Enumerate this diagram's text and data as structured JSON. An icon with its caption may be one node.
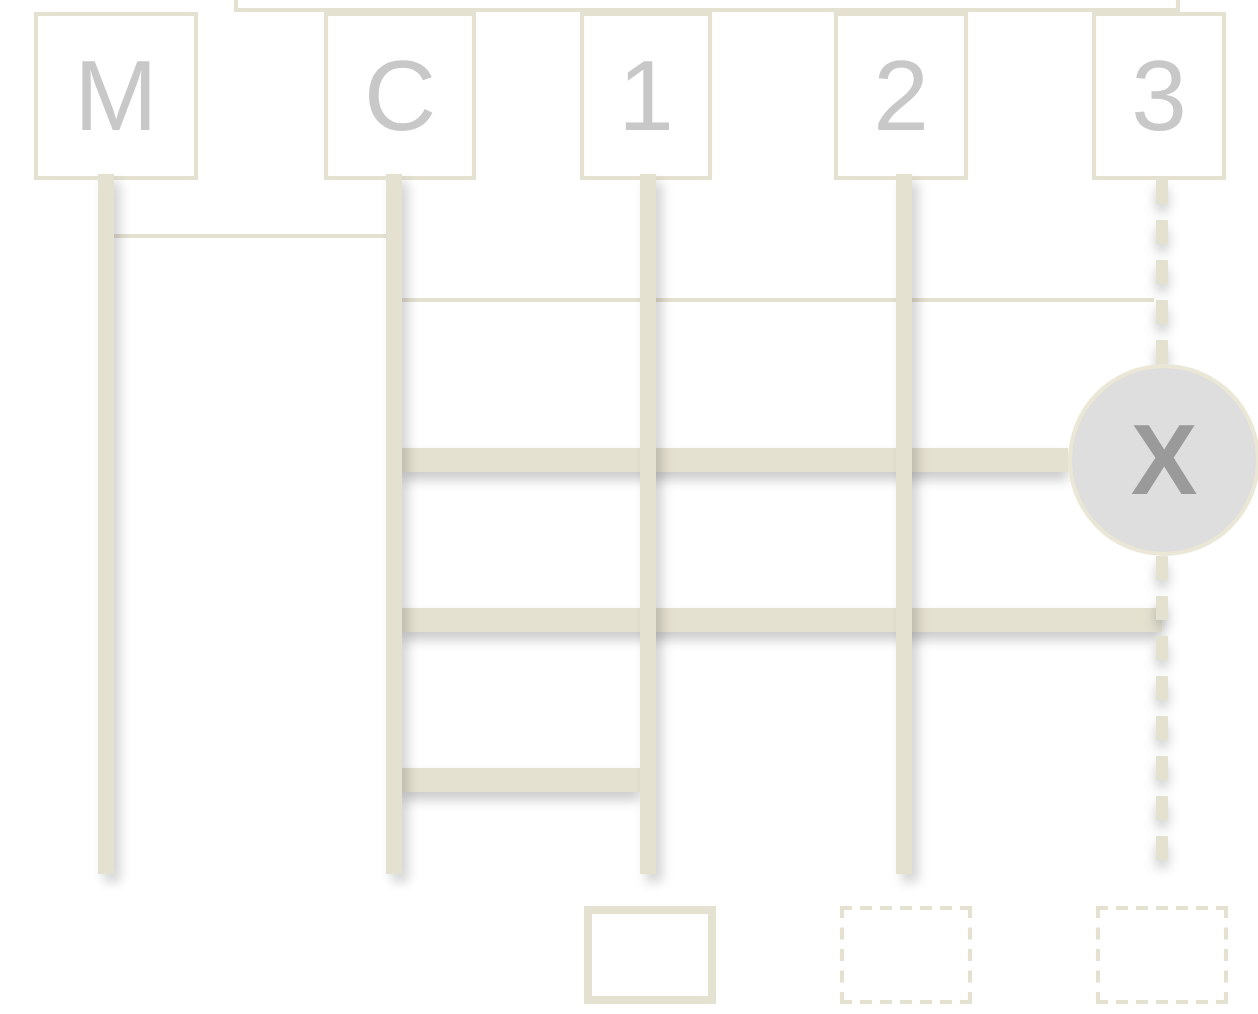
{
  "diagram": {
    "nodes": [
      {
        "text": [],
        "shape": "box"
      },
      {
        "text": [
          "M"
        ]
      },
      {
        "text": [
          "C"
        ]
      },
      {
        "text": [
          "1"
        ]
      },
      {
        "text": [
          "2"
        ]
      },
      {
        "text": [
          "3"
        ]
      },
      {
        "text": [
          "X"
        ]
      },
      {
        "text": [],
        "shape": "bar"
      },
      {
        "text": [],
        "shape": "bar"
      },
      {
        "text": [],
        "shape": "bar"
      },
      {
        "text": [],
        "shape": "bar"
      },
      {
        "text": [],
        "shape": "box"
      },
      {
        "text": [],
        "shape": "box"
      },
      {
        "text": [],
        "shape": "box"
      }
    ],
    "edges": [
      {
        "from": 7,
        "to": 8,
        "arrow": "none"
      },
      {
        "from": 8,
        "to": null,
        "arrow": "none"
      },
      {
        "from": 8,
        "to": 6,
        "arrow": "none",
        "style": "thick"
      },
      {
        "from": 8,
        "to": null,
        "arrow": "none",
        "style": "thick"
      },
      {
        "from": 8,
        "to": 9,
        "arrow": "none",
        "style": "thick"
      },
      {
        "from": 5,
        "to": 6,
        "arrow": "none",
        "style": "dashed"
      },
      {
        "from": 6,
        "to": null,
        "arrow": "none",
        "style": "dashed"
      }
    ]
  }
}
